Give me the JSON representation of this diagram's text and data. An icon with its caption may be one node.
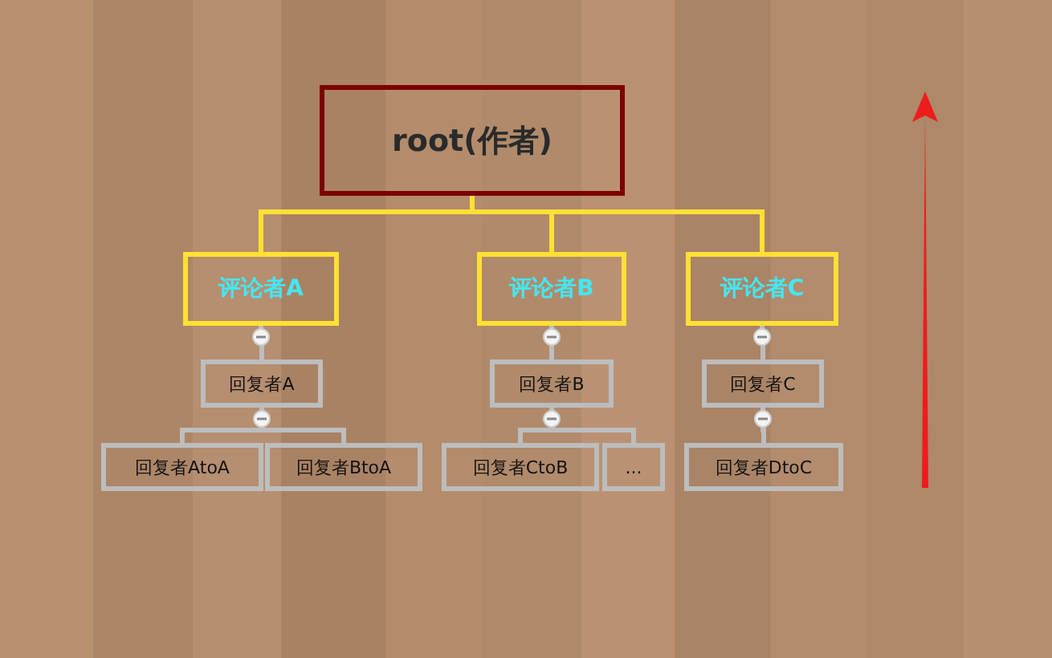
{
  "diagram": {
    "nodes": [
      {
        "text": [
          "root(作者)"
        ]
      },
      {
        "text": [
          "评论者A"
        ]
      },
      {
        "text": [
          "评论者B"
        ]
      },
      {
        "text": [
          "评论者C"
        ]
      },
      {
        "text": [
          "回复者A"
        ]
      },
      {
        "text": [
          "回复者B"
        ]
      },
      {
        "text": [
          "回复者C"
        ]
      },
      {
        "text": [
          "回复者AtoA"
        ]
      },
      {
        "text": [
          "回复者BtoA"
        ]
      },
      {
        "text": [
          "回复者CtoB"
        ]
      },
      {
        "text": [
          "..."
        ]
      },
      {
        "text": [
          "回复者DtoC"
        ]
      }
    ],
    "edges": [
      {
        "from": 0,
        "to": 1,
        "arrow": "none",
        "color": "#ffe033"
      },
      {
        "from": 0,
        "to": 2,
        "arrow": "none",
        "color": "#ffe033"
      },
      {
        "from": 0,
        "to": 3,
        "arrow": "none",
        "color": "#ffe033"
      },
      {
        "from": 1,
        "to": 4,
        "arrow": "none"
      },
      {
        "from": 2,
        "to": 5,
        "arrow": "none"
      },
      {
        "from": 3,
        "to": 6,
        "arrow": "none"
      },
      {
        "from": 4,
        "to": 7,
        "arrow": "none"
      },
      {
        "from": 4,
        "to": 8,
        "arrow": "none"
      },
      {
        "from": 5,
        "to": 9,
        "arrow": "none"
      },
      {
        "from": 5,
        "to": 10,
        "arrow": "none"
      },
      {
        "from": 6,
        "to": 11,
        "arrow": "none"
      }
    ]
  }
}
